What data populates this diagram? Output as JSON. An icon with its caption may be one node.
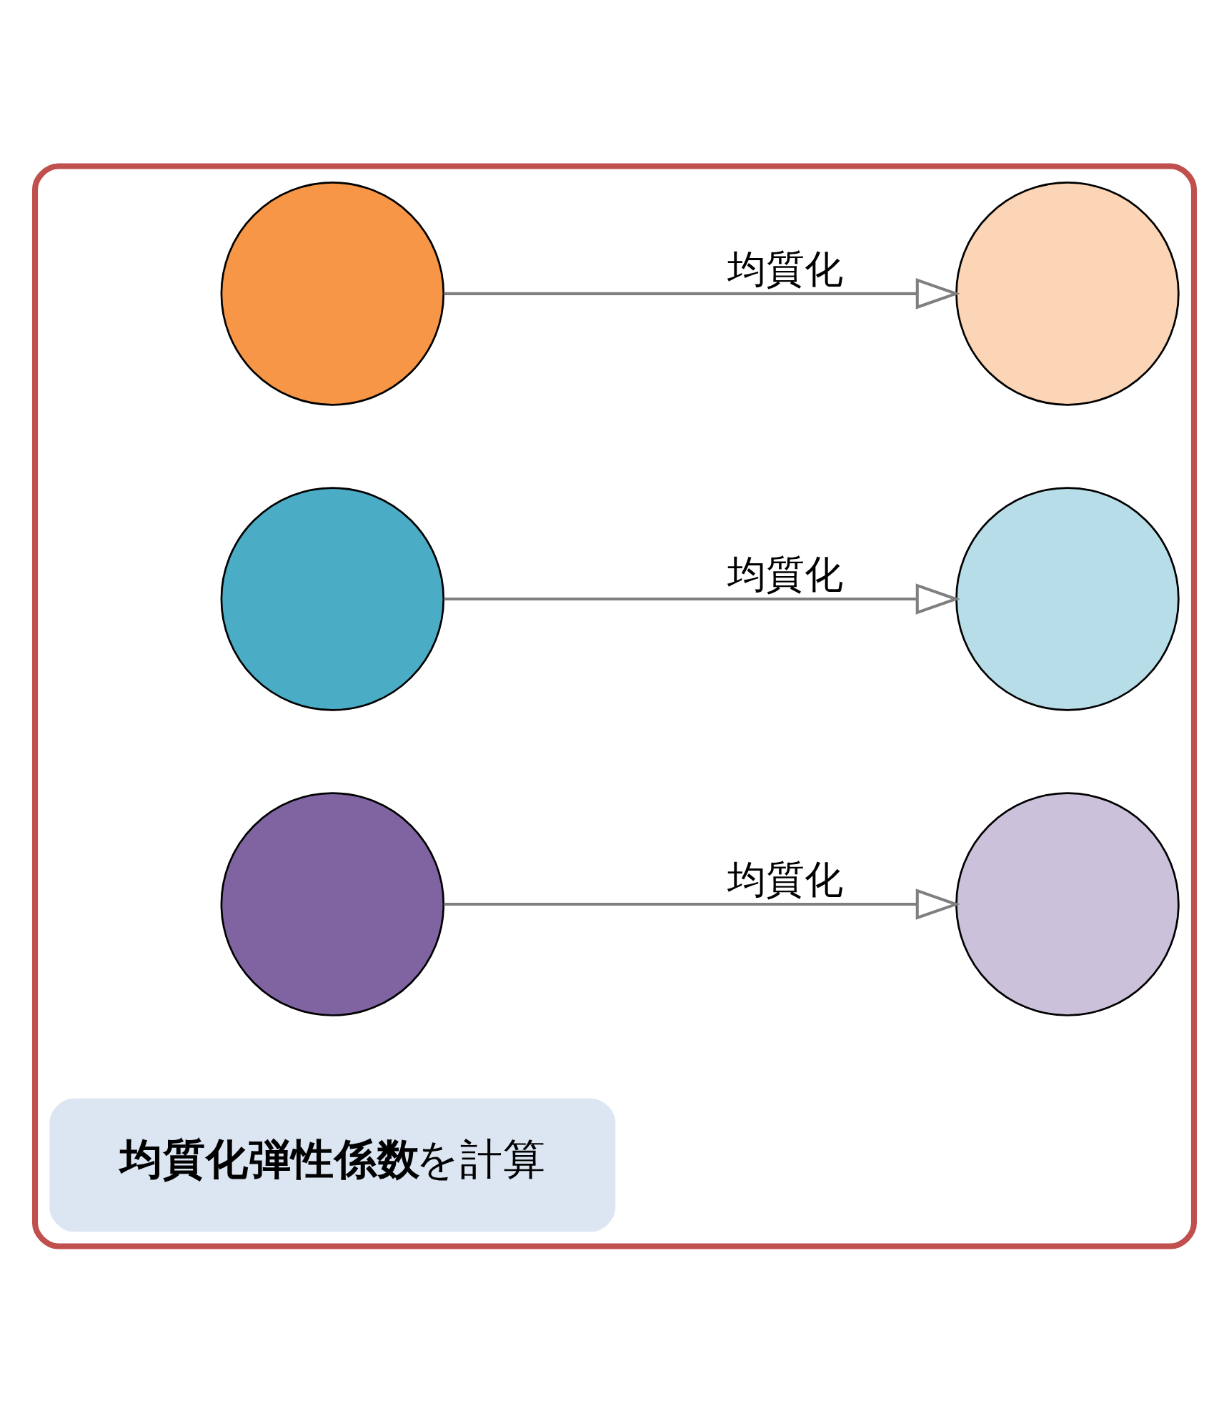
{
  "diagram": {
    "nodes": [
      {
        "text": [],
        "shape": "box"
      },
      {
        "text": [],
        "shape": "circle",
        "in": 0
      },
      {
        "text": [],
        "shape": "circle",
        "in": 0
      },
      {
        "text": [],
        "shape": "circle",
        "in": 0
      },
      {
        "text": [],
        "shape": "circle",
        "in": 0
      },
      {
        "text": [],
        "shape": "circle",
        "in": 0
      },
      {
        "text": [],
        "shape": "circle",
        "in": 0
      },
      {
        "text": [
          "**均質化弾性係数**を計算"
        ],
        "in": 0
      }
    ],
    "edges": [
      {
        "from": 1,
        "to": 4,
        "arrow": "to",
        "label": "均質化"
      },
      {
        "from": 2,
        "to": 5,
        "arrow": "to",
        "label": "均質化"
      },
      {
        "from": 3,
        "to": 6,
        "arrow": "to",
        "label": "均質化"
      }
    ]
  }
}
